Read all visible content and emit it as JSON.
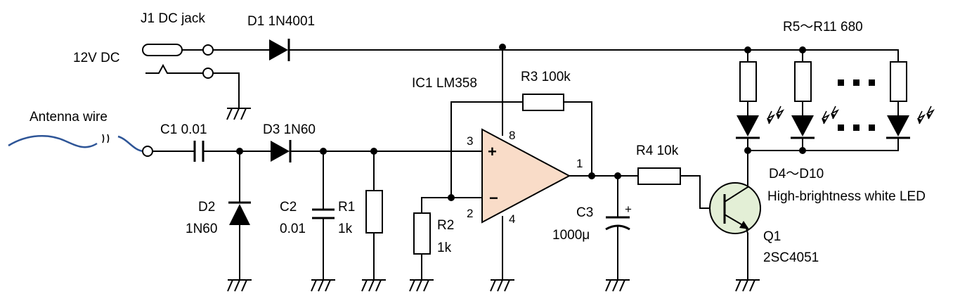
{
  "labels": {
    "j1": "J1  DC jack",
    "d1": "D1  1N4001",
    "r5_r11": "R5～R11 680",
    "dc12": "12V DC",
    "ic1": "IC1  LM358",
    "r3": "R3 100k",
    "antenna": "Antenna wire",
    "c1": "C1  0.01",
    "d3": "D3  1N60",
    "pin3": "3",
    "pin8": "8",
    "pin1": "1",
    "pin2": "2",
    "pin4": "4",
    "r4": "R4 10k",
    "d4_d10": "D4～D10",
    "led_desc": "High-brightness white LED",
    "d2_ref": "D2",
    "d2_val": "1N60",
    "c2_ref": "C2",
    "c2_val": "0.01",
    "r1_ref": "R1",
    "r1_val": "1k",
    "r2_ref": "R2",
    "r2_val": "1k",
    "c3_ref": "C3",
    "c3_val": "1000μ",
    "q1_ref": "Q1",
    "q1_val": "2SC4051",
    "plus": "+",
    "minus": "−",
    "cap_plus": "+"
  },
  "colors": {
    "opamp_fill": "#f9dcc8",
    "transistor_fill": "#e3efd6",
    "antenna_wire": "#2e5597",
    "line": "#000000"
  }
}
